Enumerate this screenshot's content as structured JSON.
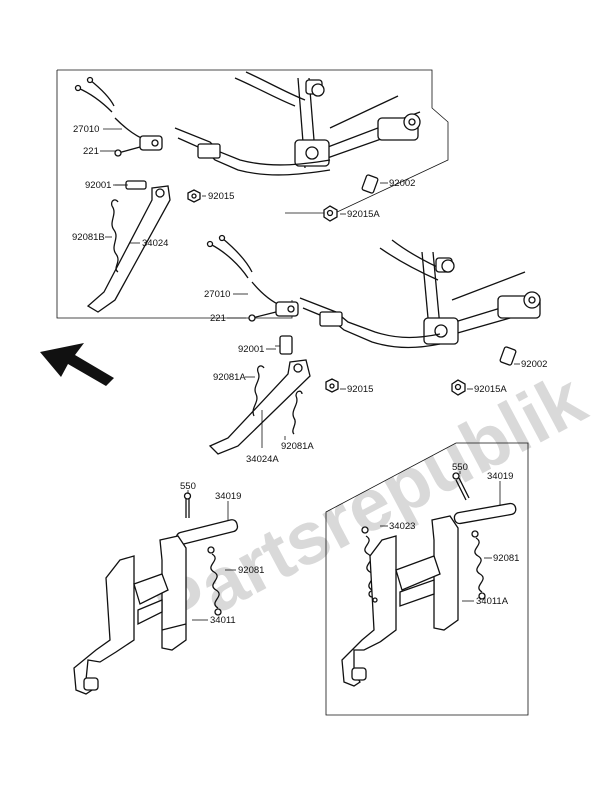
{
  "watermark": "Partsrepublik",
  "callouts": {
    "a_27010": "27010",
    "a_221": "221",
    "a_92001": "92001",
    "a_92015": "92015",
    "a_92081b": "92081B",
    "a_34024": "34024",
    "a_92002": "92002",
    "a_92015a": "92015A",
    "b_27010": "27010",
    "b_221": "221",
    "b_92001": "92001",
    "b_92081a_top": "92081A",
    "b_92015": "92015",
    "b_92081a_bottom": "92081A",
    "b_34024a": "34024A",
    "b_92002": "92002",
    "b_92015a": "92015A",
    "c_550": "550",
    "c_34019": "34019",
    "c_92081": "92081",
    "c_34011": "34011",
    "d_550": "550",
    "d_34019": "34019",
    "d_34023": "34023",
    "d_92081": "92081",
    "d_34011a": "34011A"
  }
}
